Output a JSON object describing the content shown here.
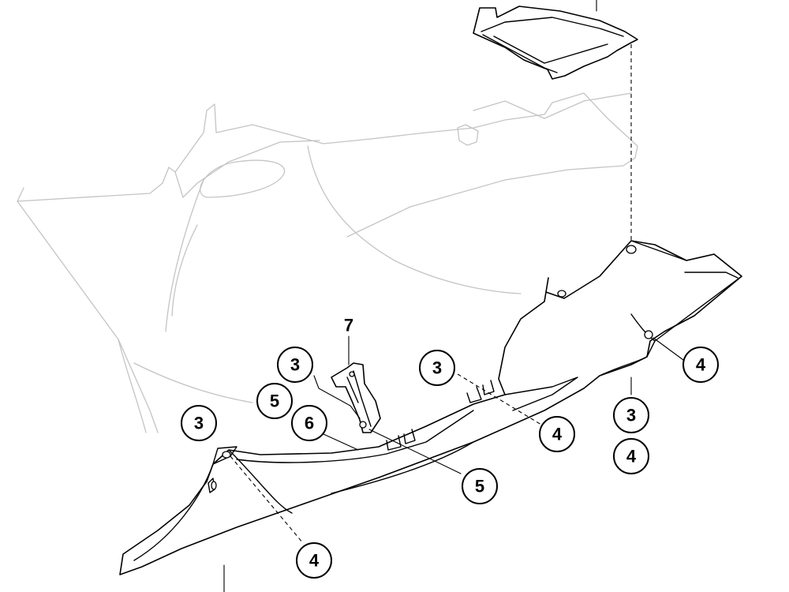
{
  "diagram": {
    "callouts": [
      {
        "id": "c1",
        "label": "3"
      },
      {
        "id": "c2",
        "label": "5"
      },
      {
        "id": "c3",
        "label": "6"
      },
      {
        "id": "c4",
        "label": "7"
      },
      {
        "id": "c5",
        "label": "3"
      },
      {
        "id": "c6",
        "label": "4"
      },
      {
        "id": "c7",
        "label": "5"
      },
      {
        "id": "c8",
        "label": "3"
      },
      {
        "id": "c9",
        "label": "4"
      },
      {
        "id": "c10",
        "label": "4"
      },
      {
        "id": "c11",
        "label": "3"
      },
      {
        "id": "c12",
        "label": "4"
      }
    ]
  }
}
